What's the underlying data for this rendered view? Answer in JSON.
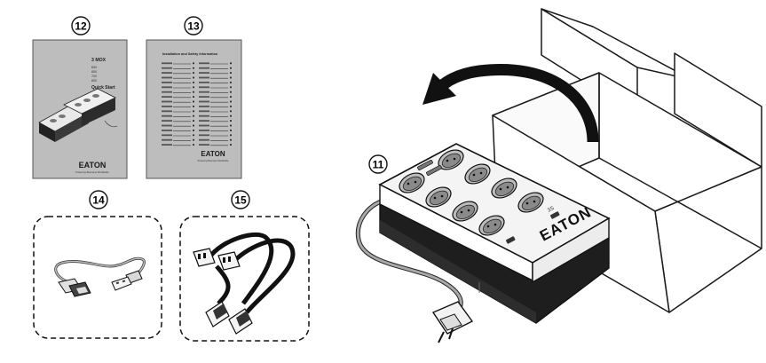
{
  "callouts": {
    "c12": "12",
    "c13": "13",
    "c14": "14",
    "c15": "15",
    "c11": "11"
  },
  "quick_start": {
    "title": "3 MOX",
    "models": [
      "650",
      "850",
      "700",
      "850"
    ],
    "subtitle": "Quick Start",
    "brand": "EATON",
    "tagline": "Powering Business Worldwide"
  },
  "safety_sheet": {
    "title": "Installation and Safety Information",
    "brand": "EATON",
    "tagline": "Powering Business Worldwide"
  },
  "ups": {
    "brand": "EATON",
    "model_badge": "3S"
  },
  "colors": {
    "line": "#1a1a1a",
    "doc_fill": "#b9b9b9",
    "doc_dark": "#3a3a3a",
    "device_top": "#f2f2f2",
    "device_dark": "#1c1c1c",
    "socket": "#8e8e8e",
    "cable": "#9a9a9a",
    "arrow": "#111111"
  }
}
